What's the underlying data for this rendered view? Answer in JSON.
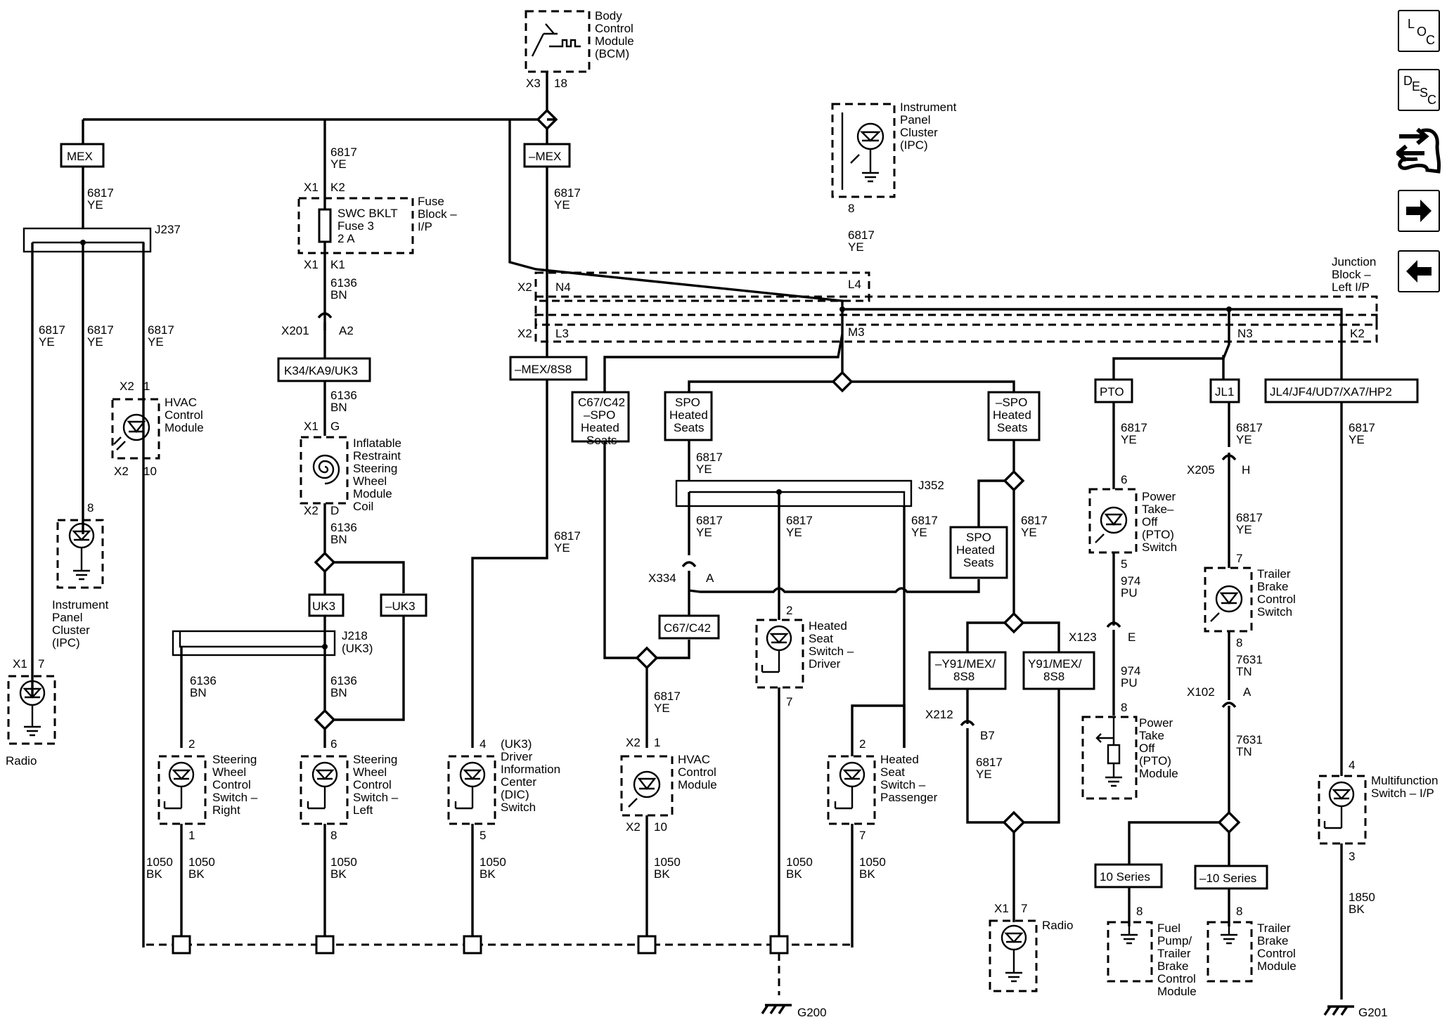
{
  "nav": {
    "loc": [
      "L",
      "O",
      "C"
    ],
    "desc": [
      "D",
      "E",
      "S",
      "C"
    ]
  },
  "bcm": {
    "name": [
      "Body",
      "Control",
      "Module",
      "(BCM)"
    ],
    "conn": "X3",
    "pin": "18"
  },
  "ipc_top": {
    "name": [
      "Instrument",
      "Panel",
      "Cluster",
      "(IPC)"
    ],
    "pin": "8"
  },
  "jb": {
    "name": [
      "Junction",
      "Block –",
      "Left I/P"
    ],
    "x2a": "X2",
    "n4": "N4",
    "l4": "L4",
    "x2b": "X2",
    "l3": "L3",
    "m3": "M3",
    "n3": "N3",
    "k2": "K2"
  },
  "opt": {
    "mex": "MEX",
    "nmex": "–MEX",
    "k34": "K34/KA9/UK3",
    "nmex8": "–MEX/8S8",
    "c67spo": [
      "C67/C42",
      "–SPO",
      "Heated",
      "Seats"
    ],
    "spo": [
      "SPO",
      "Heated",
      "Seats"
    ],
    "nspo": [
      "–SPO",
      "Heated",
      "Seats"
    ],
    "pto": "PTO",
    "jl1": "JL1",
    "jl4": "JL4/JF4/UD7/XA7/HP2",
    "uk3": "UK3",
    "nuk3": "–UK3",
    "c67": "C67/C42",
    "spo2": [
      "SPO",
      "Heated",
      "Seats"
    ],
    "ny91": [
      "–Y91/MEX/",
      "8S8"
    ],
    "y91": [
      "Y91/MEX/",
      "8S8"
    ],
    "s10": "10 Series",
    "ns10": "–10 Series"
  },
  "fuse": {
    "name": [
      "Fuse",
      "Block –",
      "I/P"
    ],
    "label": [
      "SWC BKLT",
      "Fuse 3",
      "2 A"
    ],
    "x1a": "X1",
    "k2": "K2",
    "x1b": "X1",
    "k1": "K1"
  },
  "splices": {
    "j237": "J237",
    "j352": "J352",
    "j218": [
      "J218",
      "(UK3)"
    ]
  },
  "conns": {
    "x201": "X201",
    "a2": "A2",
    "x334": "X334",
    "a": "A",
    "x205": "X205",
    "h": "H",
    "x123": "X123",
    "e": "E",
    "x102": "X102",
    "a2b": "A",
    "x212": "X212",
    "b7": "B7"
  },
  "wires": {
    "c6817": "6817",
    "c6136": "6136",
    "c974": "974",
    "c7631": "7631",
    "c1050": "1050",
    "c1850": "1850",
    "ye": "YE",
    "bn": "BN",
    "pu": "PU",
    "tn": "TN",
    "bk": "BK"
  },
  "comp": {
    "hvac_l": {
      "name": [
        "HVAC",
        "Control",
        "Module"
      ],
      "x2a": "X2",
      "p1": "1",
      "x2b": "X2",
      "p10": "10"
    },
    "ipc_l": {
      "name": [
        "Instrument",
        "Panel",
        "Cluster",
        "(IPC)"
      ],
      "pin": "8"
    },
    "radio_l": {
      "name": "Radio",
      "x1": "X1",
      "pin": "7"
    },
    "irs": {
      "name": [
        "Inflatable",
        "Restraint",
        "Steering",
        "Wheel",
        "Module",
        "Coil"
      ],
      "x1": "X1",
      "g": "G",
      "x2": "X2",
      "d": "D"
    },
    "swr": {
      "name": [
        "Steering",
        "Wheel",
        "Control",
        "Switch –",
        "Right"
      ],
      "p2": "2",
      "p1": "1"
    },
    "swl": {
      "name": [
        "Steering",
        "Wheel",
        "Control",
        "Switch –",
        "Left"
      ],
      "p6": "6",
      "p8": "8"
    },
    "dic": {
      "name": [
        "(UK3)",
        "Driver",
        "Information",
        "Center",
        "(DIC)",
        "Switch"
      ],
      "p4": "4",
      "p5": "5"
    },
    "hvac_c": {
      "name": [
        "HVAC",
        "Control",
        "Module"
      ],
      "x2a": "X2",
      "p1": "1",
      "x2b": "X2",
      "p10": "10"
    },
    "hsd": {
      "name": [
        "Heated",
        "Seat",
        "Switch –",
        "Driver"
      ],
      "p2": "2",
      "p7": "7"
    },
    "hsp": {
      "name": [
        "Heated",
        "Seat",
        "Switch –",
        "Passenger"
      ],
      "p2": "2",
      "p7": "7"
    },
    "radio_r": {
      "name": "Radio",
      "x1": "X1",
      "pin": "7"
    },
    "ptos": {
      "name": [
        "Power",
        "Take–",
        "Off",
        "(PTO)",
        "Switch"
      ],
      "p6": "6",
      "p5": "5"
    },
    "ptom": {
      "name": [
        "Power",
        "Take",
        "Off",
        "(PTO)",
        "Module"
      ],
      "pin": "8"
    },
    "tbcs": {
      "name": [
        "Trailer",
        "Brake",
        "Control",
        "Switch"
      ],
      "p7": "7",
      "p8": "8"
    },
    "mfs": {
      "name": [
        "Multifunction",
        "Switch – I/P"
      ],
      "p4": "4",
      "p3": "3"
    },
    "fptb": {
      "name": [
        "Fuel",
        "Pump/",
        "Trailer",
        "Brake",
        "Control",
        "Module"
      ],
      "pin": "8"
    },
    "tbcm": {
      "name": [
        "Trailer",
        "Brake",
        "Control",
        "Module"
      ],
      "pin": "8"
    }
  },
  "grounds": {
    "g200": "G200",
    "g201": "G201"
  }
}
